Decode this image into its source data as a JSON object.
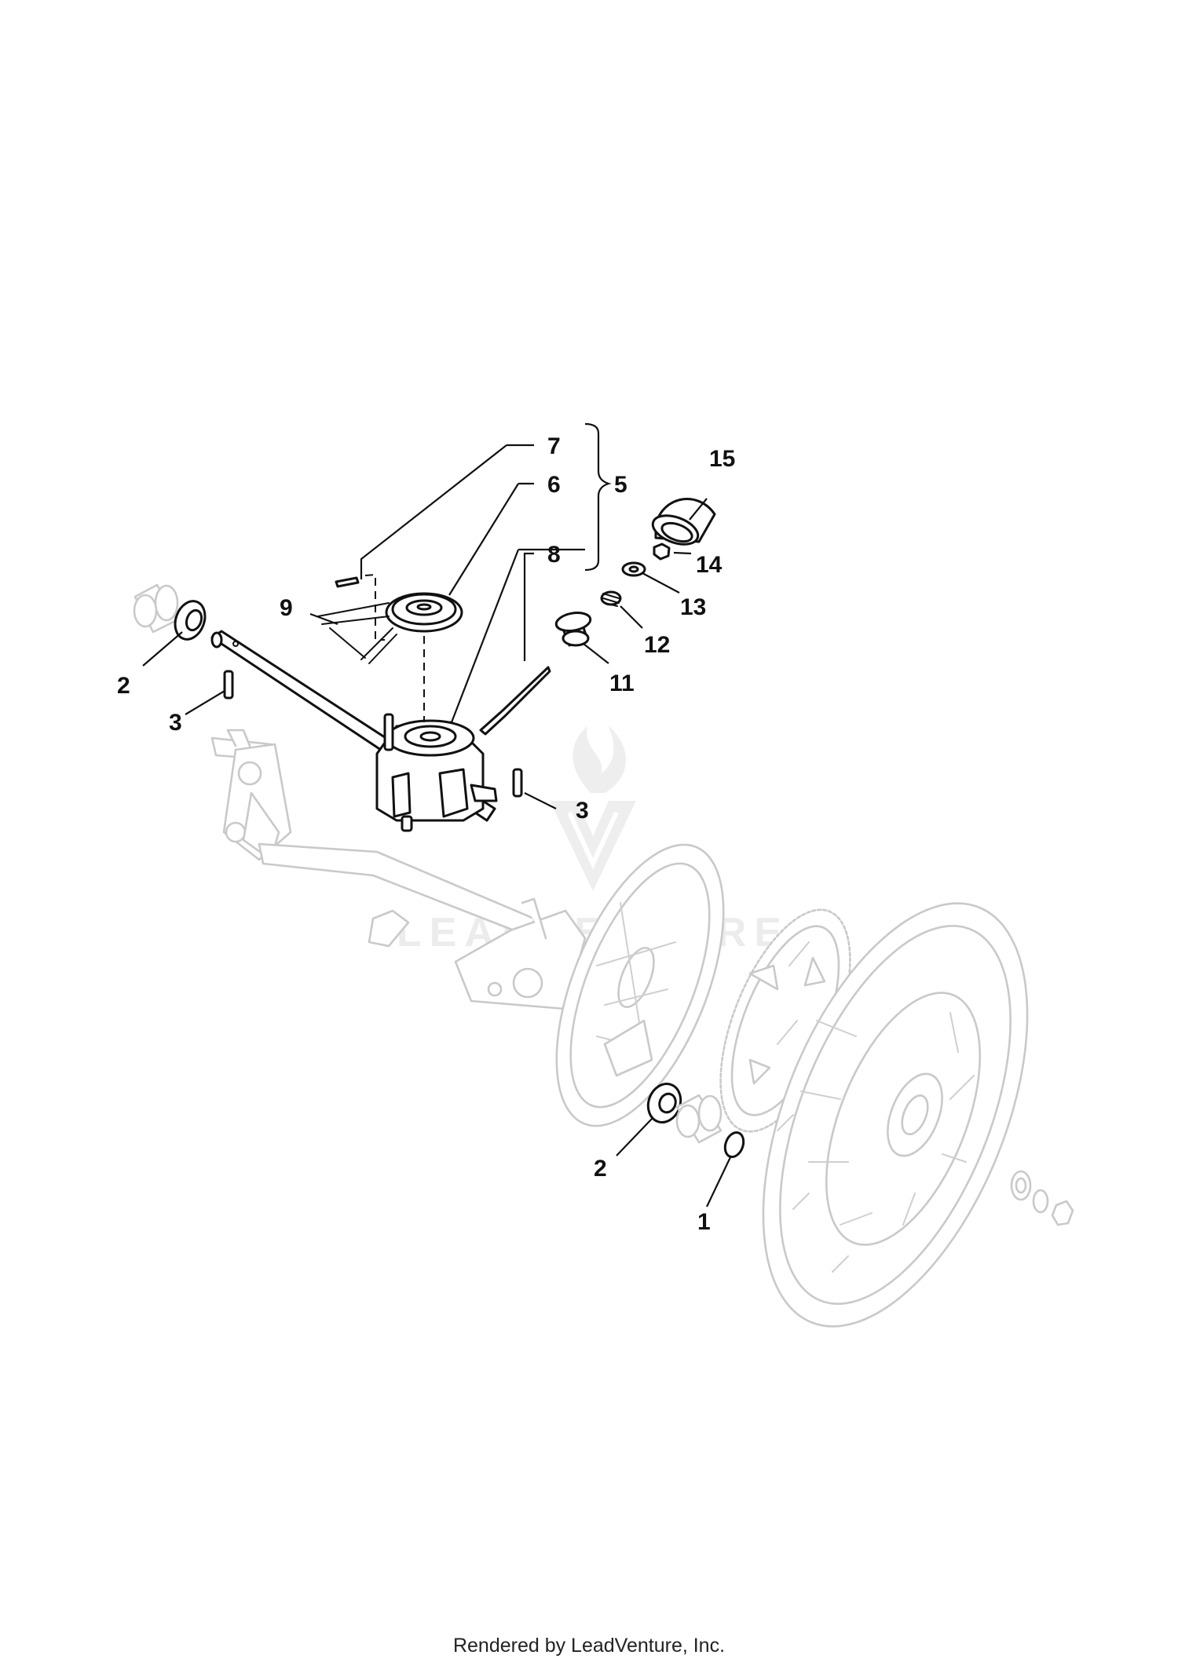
{
  "diagram": {
    "callouts": [
      "7",
      "6",
      "5",
      "8",
      "15",
      "14",
      "13",
      "12",
      "11",
      "9",
      "2",
      "3",
      "3",
      "2",
      "1"
    ]
  },
  "watermark": {
    "text": "LEADVENTURE"
  },
  "footer": {
    "text": "Rendered by LeadVenture, Inc."
  }
}
